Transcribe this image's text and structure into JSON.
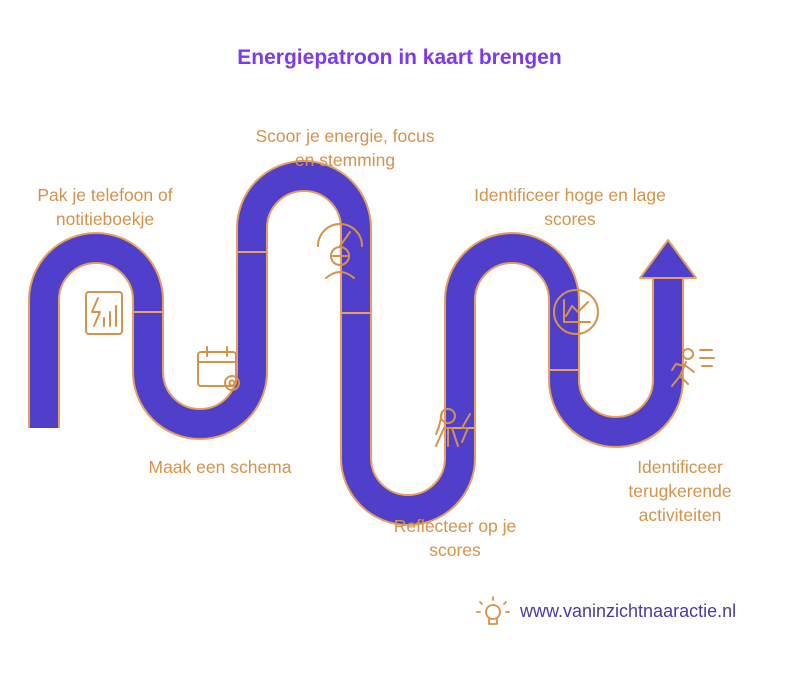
{
  "title": "Energiepatroon in kaart brengen",
  "steps": [
    {
      "label": "Pak je telefoon of notitieboekje",
      "icon": "document-chart-icon"
    },
    {
      "label": "Maak een schema",
      "icon": "calendar-gear-icon"
    },
    {
      "label": "Scoor je energie, focus en stemming",
      "icon": "gauge-person-icon"
    },
    {
      "label": "Reflecteer op je scores",
      "icon": "person-lightning-icon"
    },
    {
      "label": "Identificeer hoge en lage scores",
      "icon": "line-chart-icon"
    },
    {
      "label": "Identificeer terugkerende activiteiten",
      "icon": "running-person-icon"
    }
  ],
  "footer": {
    "url": "www.vaninzichtnaaractie.nl",
    "icon": "lightbulb-icon"
  },
  "colors": {
    "path": "#4f3fcb",
    "outline": "#e8a15a",
    "accent": "#d4924a",
    "title": "#7c3aed"
  }
}
